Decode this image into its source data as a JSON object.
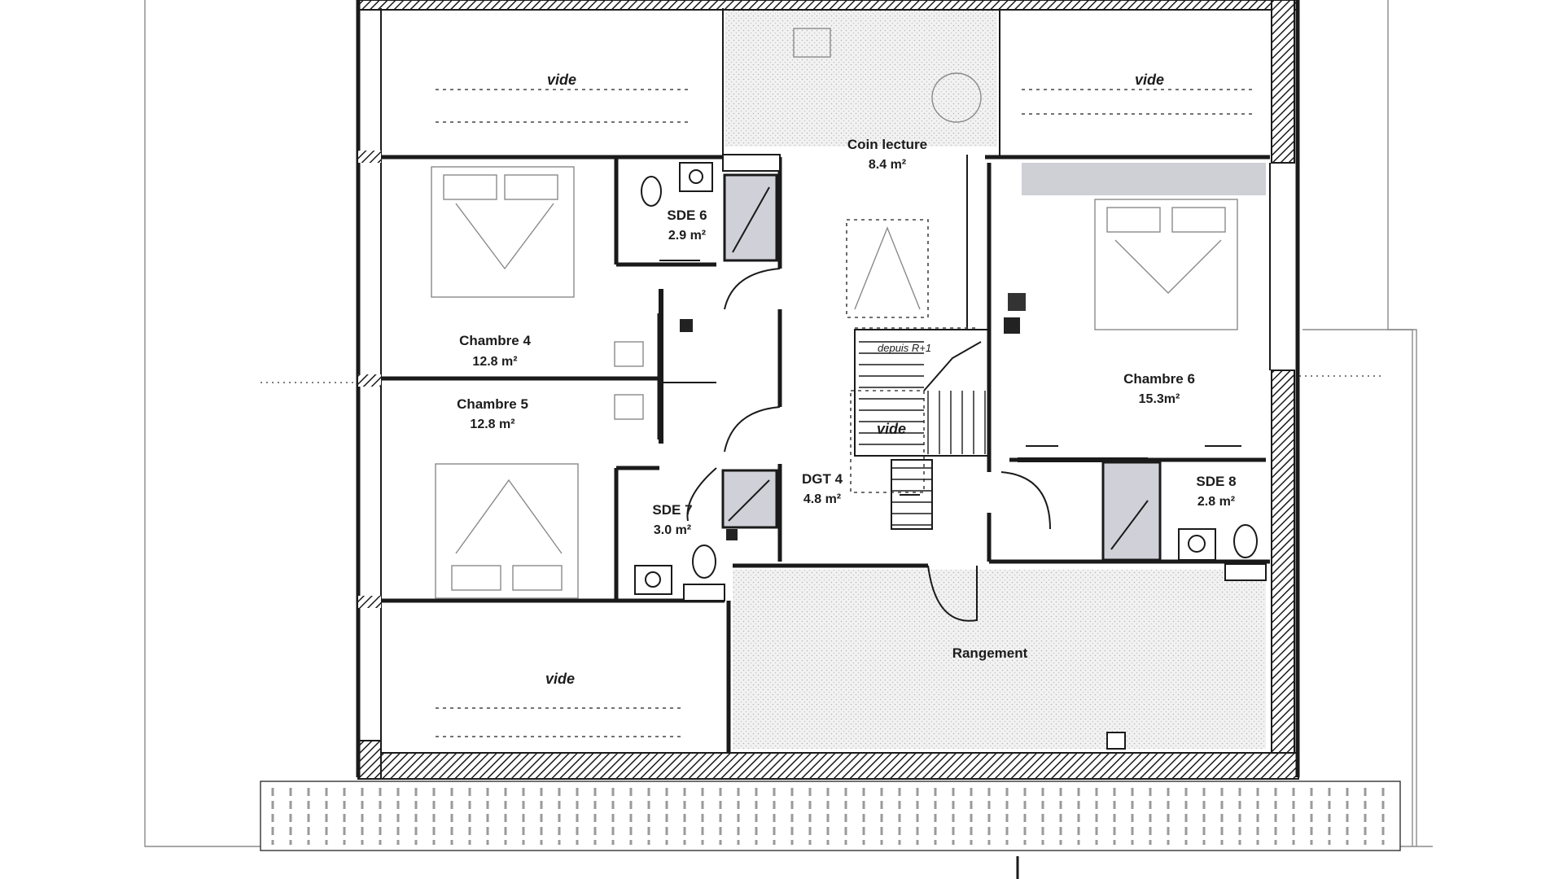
{
  "rooms": {
    "vide_top_left": "vide",
    "vide_top_right": "vide",
    "vide_bottom_left": "vide",
    "vide_stair": "vide",
    "coin_lecture": {
      "name": "Coin lecture",
      "area": "8.4 m²"
    },
    "sde6": {
      "name": "SDE 6",
      "area": "2.9 m²"
    },
    "chambre4": {
      "name": "Chambre 4",
      "area": "12.8 m²"
    },
    "chambre5": {
      "name": "Chambre 5",
      "area": "12.8 m²"
    },
    "sde7": {
      "name": "SDE 7",
      "area": "3.0 m²"
    },
    "dgt4": {
      "name": "DGT 4",
      "area": "4.8 m²"
    },
    "chambre6": {
      "name": "Chambre 6",
      "area": "15.3m²"
    },
    "sde8": {
      "name": "SDE 8",
      "area": "2.8 m²"
    },
    "rangement": {
      "name": "Rangement"
    }
  },
  "stair_note": "depuis R+1",
  "colors": {
    "wall": "#1a1a1a",
    "hatch": "#1a1a1a",
    "shading": "#c8c8cc",
    "fixture": "#d6d6dc"
  }
}
